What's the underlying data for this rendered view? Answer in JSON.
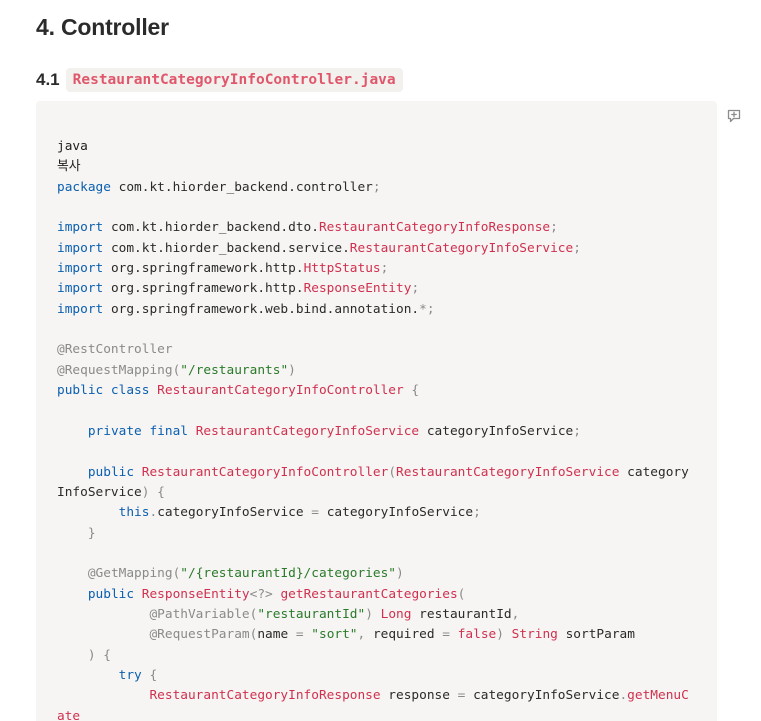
{
  "section": {
    "title": "4. Controller",
    "subsection_number": "4.1",
    "subsection_file": "RestaurantCategoryInfoController.java"
  },
  "code_block": {
    "language": "java",
    "copy_label": "복사",
    "lines": [
      [
        [
          "kw",
          "package"
        ],
        [
          "pl",
          " com.kt.hiorder_backend.controller"
        ],
        [
          "pn",
          ";"
        ]
      ],
      [],
      [
        [
          "kw",
          "import"
        ],
        [
          "pl",
          " com.kt.hiorder_backend.dto."
        ],
        [
          "ty",
          "RestaurantCategoryInfoResponse"
        ],
        [
          "pn",
          ";"
        ]
      ],
      [
        [
          "kw",
          "import"
        ],
        [
          "pl",
          " com.kt.hiorder_backend.service."
        ],
        [
          "ty",
          "RestaurantCategoryInfoService"
        ],
        [
          "pn",
          ";"
        ]
      ],
      [
        [
          "kw",
          "import"
        ],
        [
          "pl",
          " org.springframework.http."
        ],
        [
          "ty",
          "HttpStatus"
        ],
        [
          "pn",
          ";"
        ]
      ],
      [
        [
          "kw",
          "import"
        ],
        [
          "pl",
          " org.springframework.http."
        ],
        [
          "ty",
          "ResponseEntity"
        ],
        [
          "pn",
          ";"
        ]
      ],
      [
        [
          "kw",
          "import"
        ],
        [
          "pl",
          " org.springframework.web.bind.annotation."
        ],
        [
          "pn",
          "*;"
        ]
      ],
      [],
      [
        [
          "an",
          "@RestController"
        ]
      ],
      [
        [
          "an",
          "@RequestMapping("
        ],
        [
          "st",
          "\"/restaurants\""
        ],
        [
          "an",
          ")"
        ]
      ],
      [
        [
          "kw",
          "public class "
        ],
        [
          "ty",
          "RestaurantCategoryInfoController"
        ],
        [
          "pn",
          " {"
        ]
      ],
      [],
      [
        [
          "pl",
          "    "
        ],
        [
          "kw",
          "private final "
        ],
        [
          "ty",
          "RestaurantCategoryInfoService"
        ],
        [
          "pl",
          " categoryInfoService"
        ],
        [
          "pn",
          ";"
        ]
      ],
      [],
      [
        [
          "pl",
          "    "
        ],
        [
          "kw",
          "public "
        ],
        [
          "ty",
          "RestaurantCategoryInfoController"
        ],
        [
          "pn",
          "("
        ],
        [
          "ty",
          "RestaurantCategoryInfoService"
        ],
        [
          "pl",
          " categoryInfoService"
        ],
        [
          "pn",
          ") {"
        ]
      ],
      [
        [
          "pl",
          "        "
        ],
        [
          "kw",
          "this"
        ],
        [
          "pn",
          "."
        ],
        [
          "pl",
          "categoryInfoService "
        ],
        [
          "pn",
          "="
        ],
        [
          "pl",
          " categoryInfoService"
        ],
        [
          "pn",
          ";"
        ]
      ],
      [
        [
          "pl",
          "    "
        ],
        [
          "pn",
          "}"
        ]
      ],
      [],
      [
        [
          "pl",
          "    "
        ],
        [
          "an",
          "@GetMapping("
        ],
        [
          "st",
          "\"/{restaurantId}/categories\""
        ],
        [
          "an",
          ")"
        ]
      ],
      [
        [
          "pl",
          "    "
        ],
        [
          "kw",
          "public "
        ],
        [
          "ty",
          "ResponseEntity"
        ],
        [
          "pn",
          "<?> "
        ],
        [
          "ty",
          "getRestaurantCategories"
        ],
        [
          "pn",
          "("
        ]
      ],
      [
        [
          "pl",
          "            "
        ],
        [
          "an",
          "@PathVariable("
        ],
        [
          "st",
          "\"restaurantId\""
        ],
        [
          "an",
          ")"
        ],
        [
          "ty",
          " Long"
        ],
        [
          "pl",
          " restaurantId"
        ],
        [
          "pn",
          ","
        ]
      ],
      [
        [
          "pl",
          "            "
        ],
        [
          "an",
          "@RequestParam("
        ],
        [
          "pl",
          "name "
        ],
        [
          "pn",
          "="
        ],
        [
          "st",
          " \"sort\""
        ],
        [
          "pn",
          ","
        ],
        [
          "pl",
          " required "
        ],
        [
          "pn",
          "="
        ],
        [
          "ty",
          " false"
        ],
        [
          "an",
          ")"
        ],
        [
          "ty",
          " String"
        ],
        [
          "pl",
          " sortParam"
        ]
      ],
      [
        [
          "pl",
          "    "
        ],
        [
          "pn",
          ") {"
        ]
      ],
      [
        [
          "pl",
          "        "
        ],
        [
          "kw",
          "try"
        ],
        [
          "pn",
          " {"
        ]
      ],
      [
        [
          "pl",
          "            "
        ],
        [
          "ty",
          "RestaurantCategoryInfoResponse"
        ],
        [
          "pl",
          " response "
        ],
        [
          "pn",
          "="
        ],
        [
          "pl",
          " categoryInfoService"
        ],
        [
          "pn",
          "."
        ],
        [
          "ty",
          "getMenuCate"
        ]
      ]
    ]
  }
}
